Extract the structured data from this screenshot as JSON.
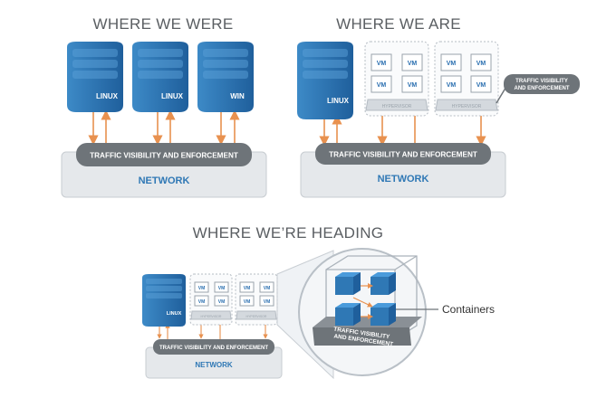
{
  "panels": {
    "were": {
      "title": "WHERE WE WERE",
      "servers": [
        "LINUX",
        "LINUX",
        "WIN"
      ],
      "traffic": "TRAFFIC VISIBILITY AND ENFORCEMENT",
      "network": "NETWORK"
    },
    "are": {
      "title": "WHERE WE ARE",
      "server": "LINUX",
      "vm_label": "VM",
      "hypervisor": "HYPERVISOR",
      "traffic": "TRAFFIC VISIBILITY AND ENFORCEMENT",
      "network": "NETWORK",
      "callout": [
        "TRAFFIC VISIBILITY",
        "AND ENFORCEMENT"
      ]
    },
    "heading": {
      "title": "WHERE WE’RE HEADING",
      "server": "LINUX",
      "vm_label": "VM",
      "hypervisor": "HYPERVISOR",
      "traffic": "TRAFFIC VISIBILITY AND ENFORCEMENT",
      "network": "NETWORK",
      "zoom_traffic": [
        "TRAFFIC VISIBILITY",
        "AND ENFORCEMENT"
      ],
      "containers_label": "Containers"
    }
  },
  "colors": {
    "server_blue": "#2f78b5",
    "arrow_orange": "#e8914f",
    "traffic_gray": "#6e7479",
    "network_fill": "#e5e8eb"
  }
}
